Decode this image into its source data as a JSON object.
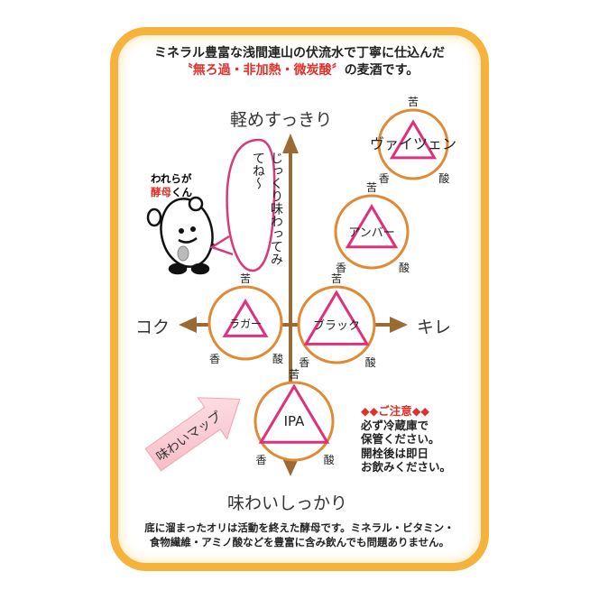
{
  "intro": {
    "line1": "ミネラル豊富な浅間連山の伏流水で丁寧に仕込んだ",
    "quote_open": "〝",
    "highlight": "無ろ過・非加熱・微炭酸",
    "quote_close": "〞",
    "line2_suffix": "の麦酒です。"
  },
  "axes": {
    "top": "軽めすっきり",
    "bottom": "味わいしっかり",
    "left": "コク",
    "right": "キレ"
  },
  "taste_labels": {
    "bitter": "苦",
    "aroma": "香",
    "acid": "酸"
  },
  "beers": [
    {
      "name": "ヴァイツェン"
    },
    {
      "name": "アンバー"
    },
    {
      "name": "ラガー"
    },
    {
      "name": "ブラック"
    },
    {
      "name": "IPA"
    }
  ],
  "character": {
    "line1": "われらが",
    "name_red": "酵母",
    "name_suffix": "くん",
    "speech": "じっくり味わってみてね～"
  },
  "map_label": "味わいマップ",
  "notice": {
    "title": "◆◆ご注意◆◆",
    "lines": [
      "必ず冷蔵庫で",
      "保管ください。",
      "開栓後は即日",
      "お飲みください。"
    ]
  },
  "footer": {
    "line1": "底に溜まったオリは活動を終えた酵母です。ミネラル・ビタミン・",
    "line2": "食物繊維・アミノ酸などを豊富に含み飲んでも問題ありません。"
  },
  "colors": {
    "frame": "#f5b33c",
    "circle": "#e08a35",
    "triangle": "#e0307a",
    "axis": "#9a6a35",
    "accent_red": "#e0302a"
  }
}
